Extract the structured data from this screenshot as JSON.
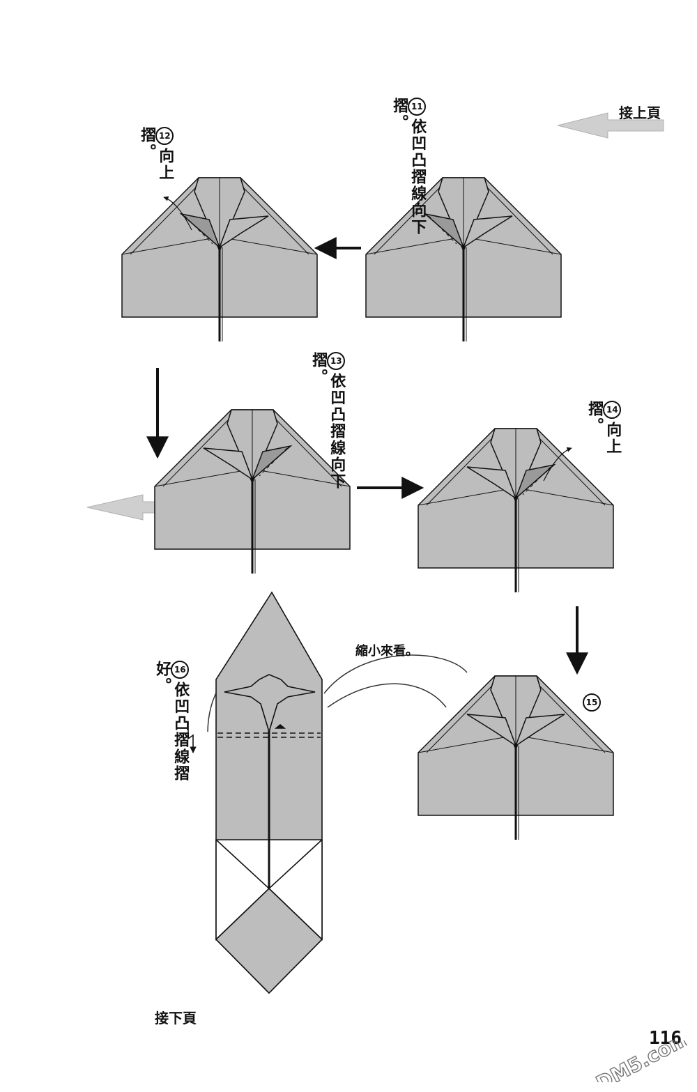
{
  "nav": {
    "prev_page": "接上頁",
    "next_page": "接下頁"
  },
  "steps": [
    {
      "number": "11",
      "text": "依凹凸摺線向下摺。"
    },
    {
      "number": "12",
      "text": "向上摺。"
    },
    {
      "number": "13",
      "text": "依凹凸摺線向下摺。"
    },
    {
      "number": "14",
      "text": "向上摺。"
    },
    {
      "number": "15",
      "text": ""
    },
    {
      "number": "16",
      "text": "依凹凸摺線摺好。"
    }
  ],
  "zoom_note": "縮小來看。",
  "page_number": "116",
  "watermark": "DM5.com",
  "colors": {
    "paper": "#bdbdbd",
    "line": "#111111",
    "arrow_gray": "#c8c8c8"
  }
}
